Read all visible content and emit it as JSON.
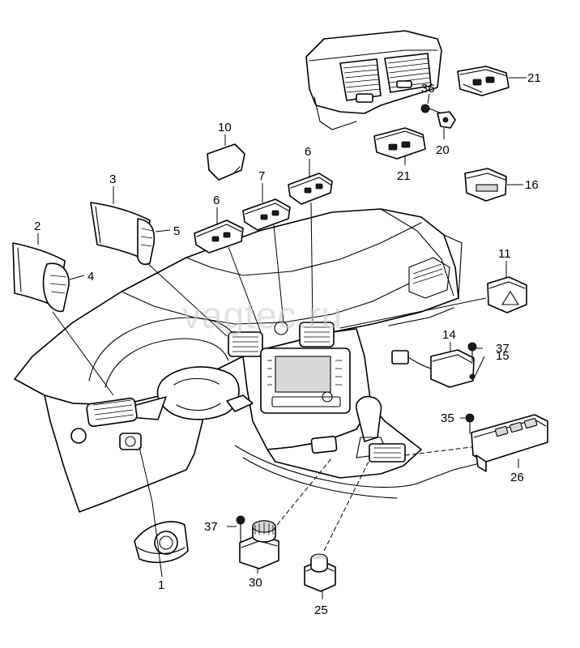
{
  "watermark": "vagtec.ru",
  "callouts": {
    "c1": "1",
    "c2": "2",
    "c3": "3",
    "c4": "4",
    "c5": "5",
    "c6a": "6",
    "c6b": "6",
    "c7": "7",
    "c10": "10",
    "c11": "11",
    "c14": "14",
    "c15": "15",
    "c16": "16",
    "c20": "20",
    "c21a": "21",
    "c21b": "21",
    "c25": "25",
    "c26": "26",
    "c30": "30",
    "c35": "35",
    "c36": "36",
    "c37a": "37",
    "c37b": "37"
  }
}
